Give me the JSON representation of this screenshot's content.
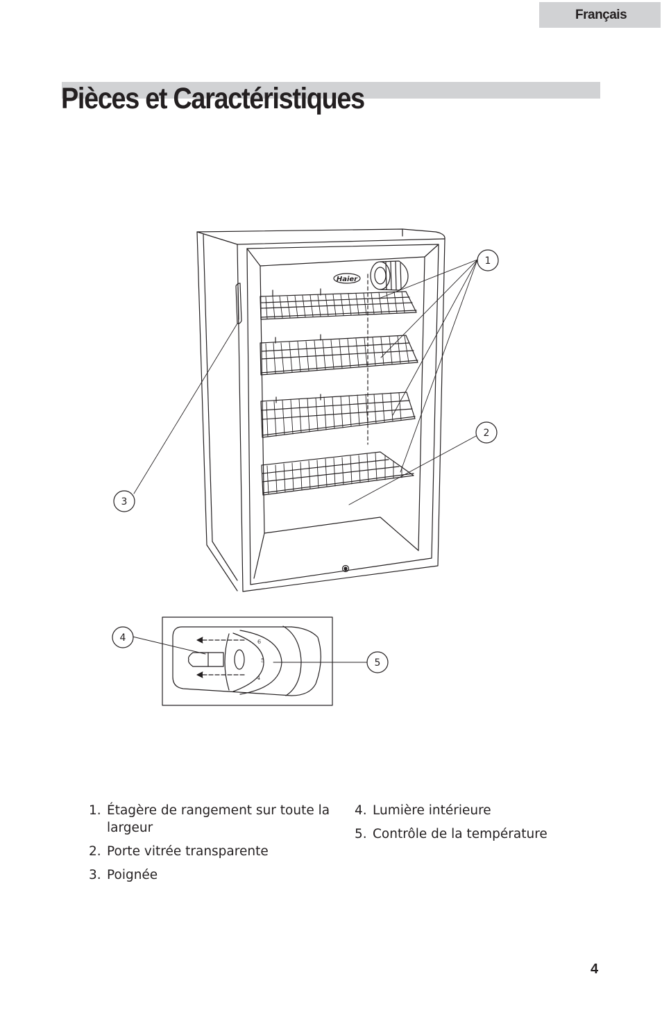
{
  "header": {
    "language_tab": "Français"
  },
  "page": {
    "title": "Pièces et Caractéristiques",
    "number": "4"
  },
  "diagram": {
    "brand_logo": "Haier",
    "callouts": [
      "1",
      "2",
      "3",
      "4",
      "5"
    ],
    "dial_marks": [
      "6",
      "5",
      "4"
    ]
  },
  "legend": {
    "items": [
      {
        "num": "1.",
        "text": "Étagère de rangement sur toute la largeur"
      },
      {
        "num": "2.",
        "text": "Porte vitrée transparente"
      },
      {
        "num": "3.",
        "text": "Poignée"
      },
      {
        "num": "4.",
        "text": "Lumière intérieure"
      },
      {
        "num": "5.",
        "text": "Contrôle de la température"
      }
    ]
  },
  "colors": {
    "tab_gray": "#d1d2d4",
    "ink": "#231f20"
  }
}
